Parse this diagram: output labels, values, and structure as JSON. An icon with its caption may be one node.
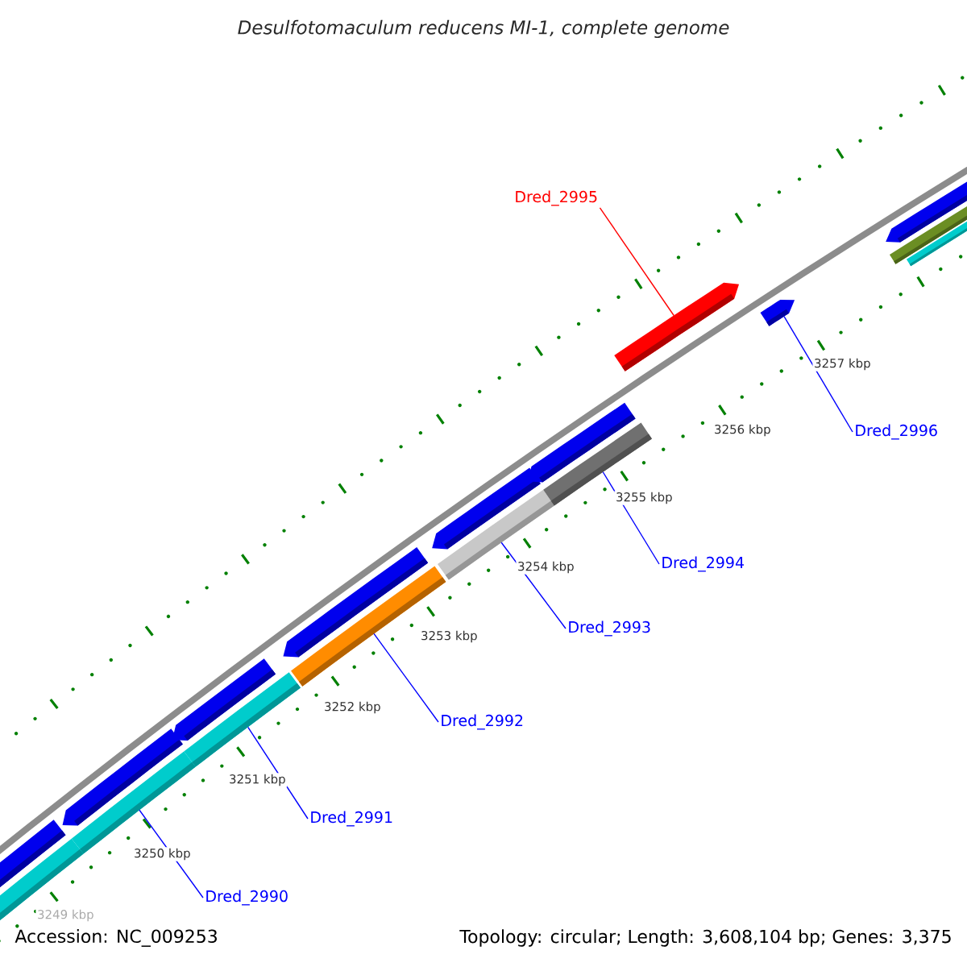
{
  "diagram": {
    "title": "Desulfotomaculum reducens MI-1, complete genome",
    "nodes": [
      {
        "text": [
          "Dred_2995"
        ]
      },
      {
        "text": [
          "Dred_2996"
        ]
      },
      {
        "text": [
          "Dred_2994"
        ]
      },
      {
        "text": [
          "Dred_2993"
        ]
      },
      {
        "text": [
          "Dred_2992"
        ]
      },
      {
        "text": [
          "Dred_2991"
        ]
      },
      {
        "text": [
          "Dred_2990"
        ]
      },
      {
        "text": [],
        "shape": "bar"
      },
      {
        "text": [],
        "shape": "bar"
      },
      {
        "text": [],
        "shape": "bar"
      },
      {
        "text": [],
        "shape": "bar"
      },
      {
        "text": [],
        "shape": "bar"
      },
      {
        "text": [],
        "shape": "bar"
      },
      {
        "text": [],
        "shape": "bar"
      }
    ],
    "edges": [
      {
        "from": 0,
        "to": 12,
        "arrow": "none",
        "color": "#ff0000"
      },
      {
        "from": 1,
        "to": 13,
        "arrow": "none"
      },
      {
        "from": 2,
        "to": 11,
        "arrow": "none"
      },
      {
        "from": 3,
        "to": 10,
        "arrow": "none"
      },
      {
        "from": 4,
        "to": 9,
        "arrow": "none"
      },
      {
        "from": 5,
        "to": 8,
        "arrow": "none"
      },
      {
        "from": 6,
        "to": 7,
        "arrow": "none"
      }
    ],
    "labels": [
      "3257 kbp",
      "3256 kbp",
      "3255 kbp",
      "3254 kbp",
      "3253 kbp",
      "3252 kbp",
      "3251 kbp",
      "3250 kbp",
      "3249 kbp",
      "Accession: NC_009253",
      "Topology: circular; Length: 3,608,104 bp; Genes: 3,375"
    ]
  }
}
